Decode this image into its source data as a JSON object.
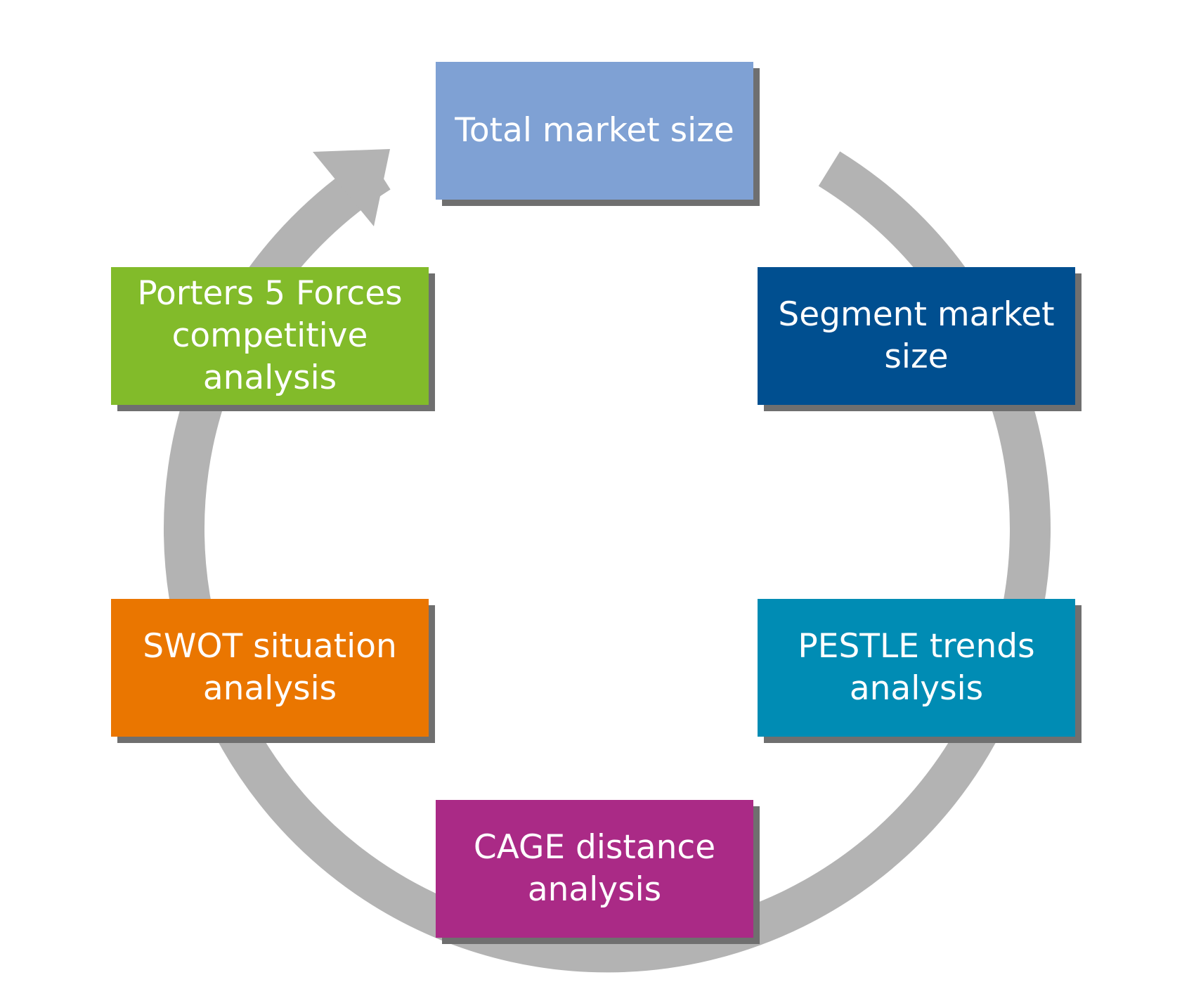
{
  "diagram": {
    "cycle_color": "#b3b3b3",
    "steps": [
      {
        "label": "Total market size",
        "color": "#7fa1d4"
      },
      {
        "label": "Segment market\nsize",
        "color": "#004f90"
      },
      {
        "label": "PESTLE trends\nanalysis",
        "color": "#008cb4"
      },
      {
        "label": "CAGE distance\nanalysis",
        "color": "#aa2a86"
      },
      {
        "label": "SWOT situation\nanalysis",
        "color": "#ea7600"
      },
      {
        "label": "Porters 5 Forces\ncompetitive\nanalysis",
        "color": "#82bb2a"
      }
    ]
  }
}
